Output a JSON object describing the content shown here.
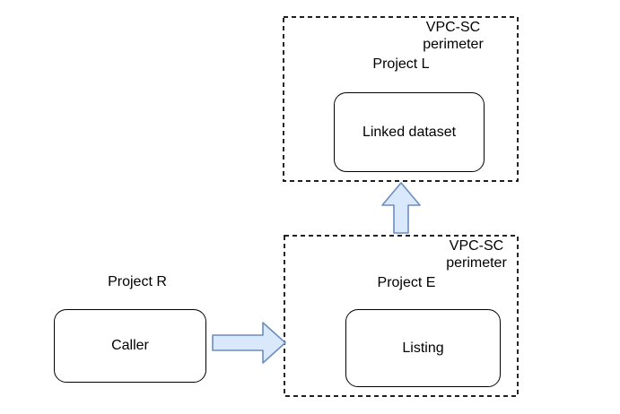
{
  "diagram": {
    "top_perimeter": {
      "label": "VPC-SC\nperimeter",
      "project_label": "Project L",
      "node_label": "Linked dataset"
    },
    "bottom_perimeter": {
      "label": "VPC-SC\nperimeter",
      "project_label": "Project E",
      "node_label": "Listing"
    },
    "external": {
      "project_label": "Project R",
      "node_label": "Caller"
    }
  },
  "colors": {
    "background": "#ffffff",
    "line": "#000000",
    "arrow_fill": "#dae8fc",
    "arrow_stroke": "#6c8ebf"
  }
}
